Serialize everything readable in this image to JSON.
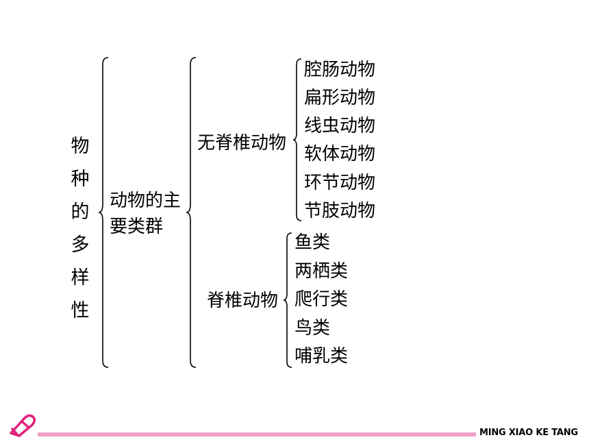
{
  "root": "物种的多样性",
  "level1": "动物的主要类群",
  "invertebrates": {
    "label": "无脊椎动物",
    "items": [
      "腔肠动物",
      "扁形动物",
      "线虫动物",
      "软体动物",
      "环节动物",
      "节肢动物"
    ]
  },
  "vertebrates": {
    "label": "脊椎动物",
    "items": [
      "鱼类",
      "两栖类",
      "爬行类",
      "鸟类",
      "哺乳类"
    ]
  },
  "footer": {
    "brand": "MING XIAO KE TANG",
    "logo_icon": "pencil-icon",
    "bar_color": "#f0a0c8",
    "accent_color": "#e0207a"
  }
}
